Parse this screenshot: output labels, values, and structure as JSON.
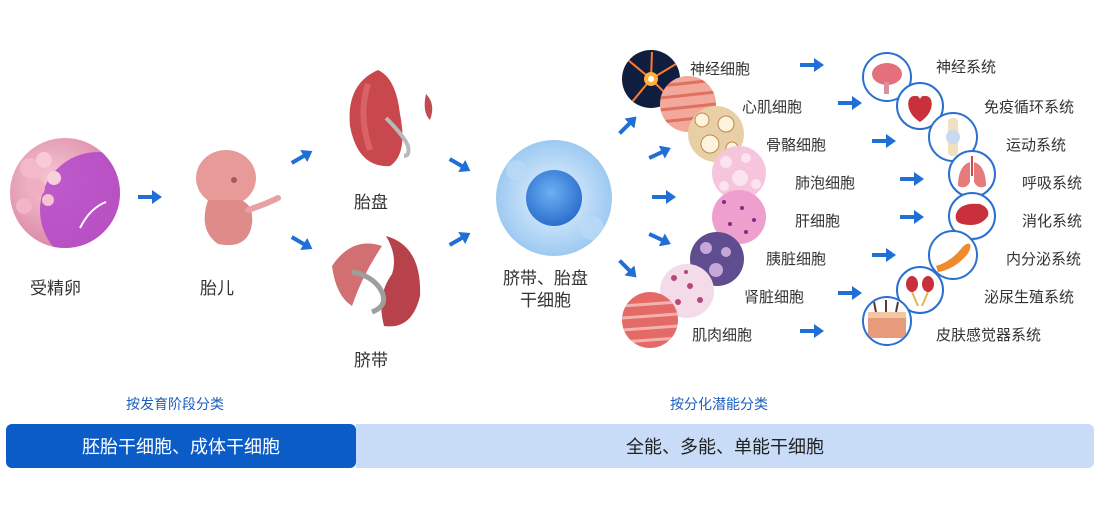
{
  "stages": {
    "zygote": "受精卵",
    "fetus": "胎儿",
    "placenta": "胎盘",
    "umbilical_cord": "脐带",
    "cord_placenta_cells": "脐带、胎盘\n干细胞"
  },
  "cells": [
    "神经细胞",
    "心肌细胞",
    "骨骼细胞",
    "肺泡细胞",
    "肝细胞",
    "胰脏细胞",
    "肾脏细胞",
    "肌肉细胞"
  ],
  "systems": [
    "神经系统",
    "免疫循环系统",
    "运动系统",
    "呼吸系统",
    "消化系统",
    "内分泌系统",
    "泌尿生殖系统",
    "皮肤感觉器系统"
  ],
  "classification": {
    "by_stage": "按发育阶段分类",
    "by_potency": "按分化潜能分类",
    "stage_types": "胚胎干细胞、成体干细胞",
    "potency_types": "全能、多能、单能干细胞"
  },
  "colors": {
    "accent": "#0b5cc6",
    "light_bar": "#c8dcf8",
    "arrow": "#1f6fd6"
  }
}
